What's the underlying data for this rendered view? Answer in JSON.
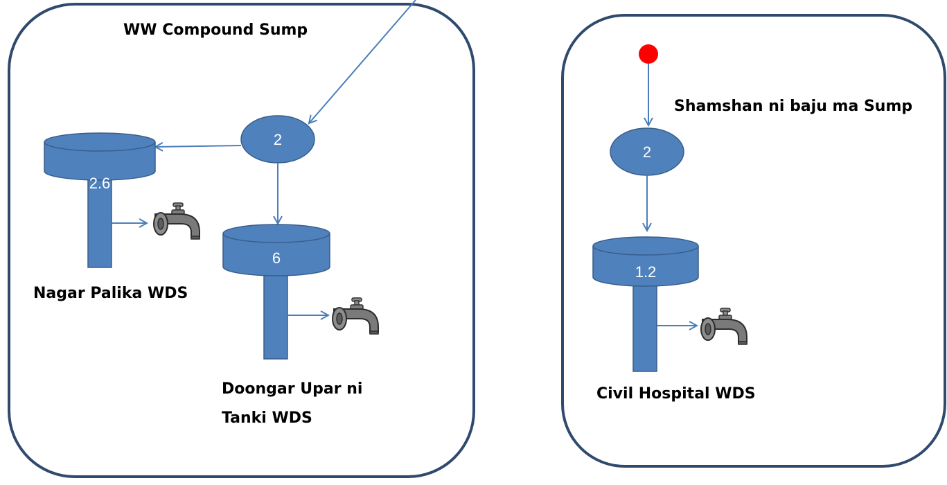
{
  "colors": {
    "tank_fill": "#4f81bd",
    "tank_stroke": "#385d8a",
    "connector": "#4a7ebb",
    "panel_border": "#2f4a6d",
    "source_dot": "#ff0000",
    "faucet": "#6f6f6f"
  },
  "icons": {
    "faucet": "faucet-icon",
    "source": "source-dot-icon"
  },
  "left_panel": {
    "title": "WW Compound Sump",
    "sump_value": "2",
    "tanks": [
      {
        "value": "2.6",
        "label_lines": [
          "Nagar Palika WDS"
        ]
      },
      {
        "value": "6",
        "label_lines": [
          "Doongar Upar ni",
          "Tanki WDS"
        ]
      }
    ]
  },
  "right_panel": {
    "title": "Shamshan ni baju ma Sump",
    "sump_value": "2",
    "tanks": [
      {
        "value": "1.2",
        "label_lines": [
          "Civil Hospital WDS"
        ]
      }
    ]
  }
}
